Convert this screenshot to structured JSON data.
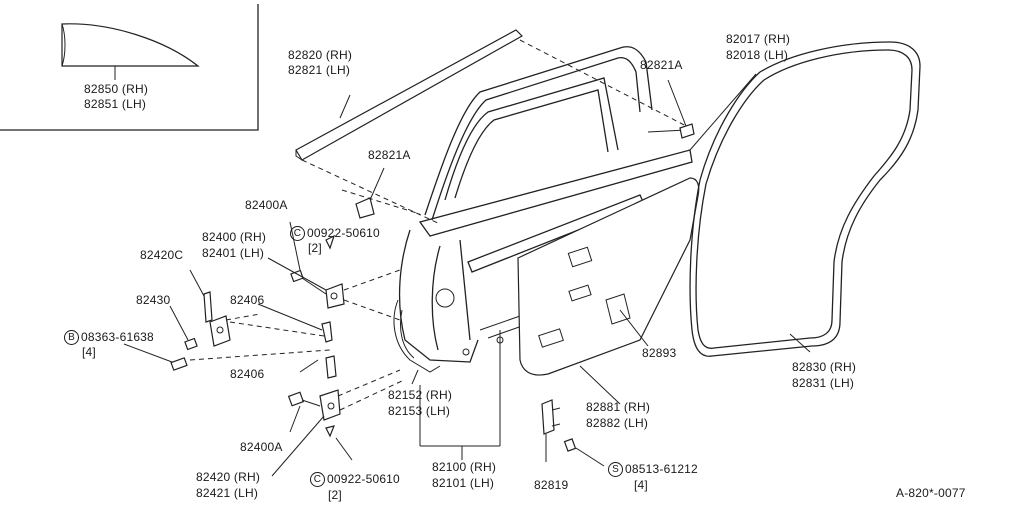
{
  "diagram": {
    "inset": {
      "part_rh": "82850 (RH)",
      "part_lh": "82851 (LH)"
    },
    "labels": {
      "upper_sash_rh": "82820 (RH)",
      "upper_sash_lh": "82821 (LH)",
      "moulding_a_top": "82821A",
      "moulding_a_mid": "82821A",
      "weatherstrip_rh": "82017 (RH)",
      "weatherstrip_lh": "82018 (LH)",
      "hinge_bolt_upper": "82400A",
      "clip_upper_code": "C",
      "clip_upper_part": "00922-50610",
      "clip_upper_qty": "[2]",
      "upper_hinge_rh": "82400 (RH)",
      "upper_hinge_lh": "82401 (LH)",
      "check_link": "82420C",
      "pin_upper": "82406",
      "stopper": "82430",
      "bolt_code": "B",
      "bolt_part": "08363-61638",
      "bolt_qty": "[4]",
      "pin_lower": "82406",
      "hinge_bolt_lower": "82400A",
      "lower_hinge_rh": "82420 (RH)",
      "lower_hinge_lh": "82421 (LH)",
      "clip_lower_code": "C",
      "clip_lower_part": "00922-50610",
      "clip_lower_qty": "[2]",
      "sealing_screen_rh": "82152 (RH)",
      "sealing_screen_lh": "82153 (LH)",
      "door_panel_rh": "82100 (RH)",
      "door_panel_lh": "82101 (LH)",
      "bracket": "82819",
      "screw_code": "S",
      "screw_part": "08513-61212",
      "screw_qty": "[4]",
      "trim_rh": "82881 (RH)",
      "trim_lh": "82882 (LH)",
      "seal": "82893",
      "body_weatherstrip_rh": "82830 (RH)",
      "body_weatherstrip_lh": "82831 (LH)",
      "drawing_code": "A-820*-0077"
    }
  }
}
